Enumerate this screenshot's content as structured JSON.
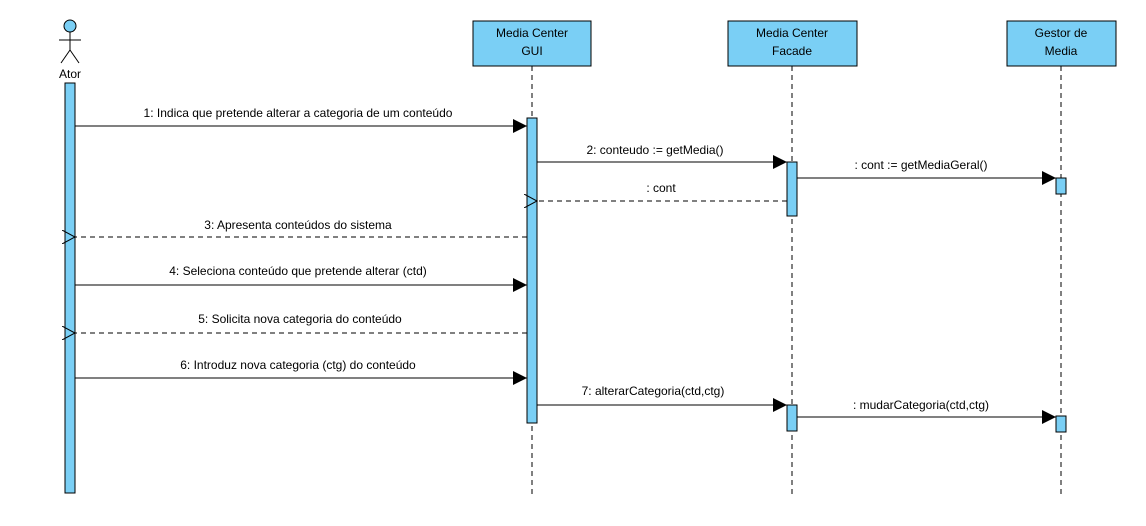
{
  "actor": {
    "label": "Ator"
  },
  "lifelines": [
    {
      "id": "gui",
      "lines": [
        "Media Center",
        "GUI"
      ]
    },
    {
      "id": "facade",
      "lines": [
        "Media Center",
        "Facade"
      ]
    },
    {
      "id": "gestor",
      "lines": [
        "Gestor de",
        "Media"
      ]
    }
  ],
  "messages": [
    {
      "id": "m1",
      "label": "1: Indica que pretende alterar a categoria de um conteúdo",
      "kind": "sync"
    },
    {
      "id": "m2",
      "label": "2: conteudo := getMedia()",
      "kind": "sync"
    },
    {
      "id": "m2a",
      "label": ": cont := getMediaGeral()",
      "kind": "sync"
    },
    {
      "id": "m2r",
      "label": ": cont",
      "kind": "return"
    },
    {
      "id": "m3",
      "label": "3: Apresenta conteúdos do sistema",
      "kind": "return"
    },
    {
      "id": "m4",
      "label": "4: Seleciona conteúdo que pretende alterar (ctd)",
      "kind": "sync"
    },
    {
      "id": "m5",
      "label": "5: Solicita nova categoria do conteúdo",
      "kind": "return"
    },
    {
      "id": "m6",
      "label": "6: Introduz nova categoria (ctg) do conteúdo",
      "kind": "sync"
    },
    {
      "id": "m7",
      "label": "7: alterarCategoria(ctd,ctg)",
      "kind": "sync"
    },
    {
      "id": "m7a",
      "label": ": mudarCategoria(ctd,ctg)",
      "kind": "sync"
    }
  ],
  "colors": {
    "box_fill": "#7ACFF5",
    "activation_fill": "#7ACFF5",
    "line": "#000000"
  }
}
